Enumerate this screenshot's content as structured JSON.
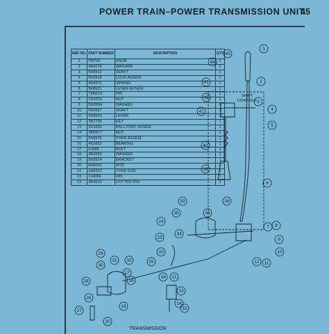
{
  "header": {
    "title": "POWER TRAIN–POWER TRANSMISSION UNIT",
    "page_number": "45"
  },
  "table": {
    "headers": [
      "REF NO.",
      "PART NUMBER",
      "DESCRIPTION",
      "QTY"
    ],
    "rows": [
      [
        "1",
        "7M706",
        "KNOB",
        "1"
      ],
      [
        "2",
        "4B4278",
        "WASHER",
        "1"
      ],
      [
        "3",
        "5K8912",
        "SHAFT",
        "1"
      ],
      [
        "4",
        "5K8918",
        "LOCK ASSEM.",
        "1"
      ],
      [
        "5",
        "4D4971",
        "SPRING",
        "1"
      ],
      [
        "6",
        "5K8921",
        "LEVER ASSEM.",
        "1"
      ],
      [
        "7",
        "7M5915",
        "PIN",
        "1"
      ],
      [
        "8",
        "1D4203",
        "NUT",
        "1"
      ],
      [
        "9",
        "5M2894",
        "WASHER",
        "1"
      ],
      [
        "10",
        "5K6687",
        "SHAFT",
        "1"
      ],
      [
        "11",
        "3D8525",
        "LEVER",
        "1"
      ],
      [
        "12",
        "3B7708",
        "KEY",
        "1"
      ],
      [
        "13",
        "3K4290",
        "BALLJOINT ASSEM.",
        "1"
      ],
      [
        "14",
        "3B9977",
        "NUT",
        "1"
      ],
      [
        "15",
        "5K8916",
        "YOKE ASSEM.",
        "1"
      ],
      [
        "16",
        "4K5893",
        "BEARING",
        "1"
      ],
      [
        "17",
        "5J588",
        "BOLT",
        "1"
      ],
      [
        "18",
        "4B4283",
        "WASHER",
        "1"
      ],
      [
        "19",
        "5K8914",
        "BRACKET",
        "1"
      ],
      [
        "20",
        "6K6616",
        "ROD",
        "1"
      ],
      [
        "21",
        "1A9252",
        "YOKE END",
        "1"
      ],
      [
        "22",
        "1J4384",
        "PIN",
        "1"
      ],
      [
        "23",
        "3B4613",
        "COTTER PIN",
        "1"
      ]
    ]
  },
  "diagram": {
    "label_shift_console": [
      "SHIFT",
      "CONSOLE"
    ],
    "label_transmission": "TRANSMISSION",
    "callouts": [
      "1",
      "45",
      "44",
      "2",
      "43",
      "3",
      "42",
      "4",
      "41",
      "5",
      "40",
      "39",
      "6",
      "33",
      "36",
      "35",
      "38",
      "34",
      "7",
      "8",
      "9",
      "10",
      "11",
      "12",
      "24",
      "23",
      "22",
      "25",
      "26",
      "27",
      "28",
      "29",
      "30",
      "31",
      "32",
      "17",
      "18",
      "19",
      "20",
      "21",
      "13",
      "14",
      "15",
      "16"
    ]
  }
}
